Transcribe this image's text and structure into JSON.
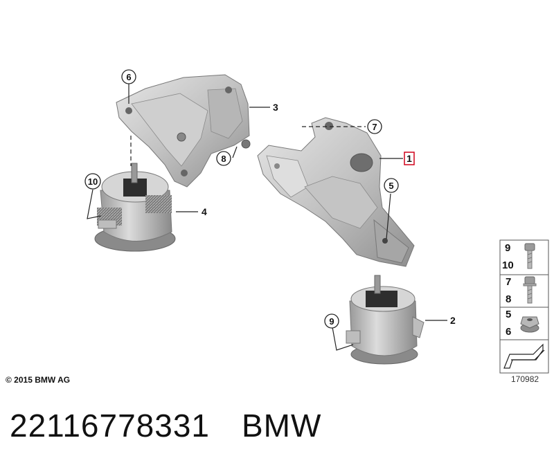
{
  "callouts": {
    "c6": "6",
    "c8": "8",
    "c10": "10",
    "c7": "7",
    "c5": "5",
    "c9": "9"
  },
  "parts": {
    "p1": "1",
    "p2": "2",
    "p3": "3",
    "p4": "4"
  },
  "legend": {
    "row1_top": "9",
    "row1_bottom": "10",
    "row2_top": "7",
    "row2_bottom": "8",
    "row3_top": "5",
    "row3_bottom": "6"
  },
  "copyright": "© 2015 BMW AG",
  "diagram_id": "170982",
  "footer": {
    "part_number": "22116778331",
    "brand": "BMW"
  },
  "colors": {
    "metal_light": "#d4d4d4",
    "metal_dark": "#8a8a8a",
    "rubber": "#3a3a3a",
    "highlight_box": "#d0021b"
  }
}
